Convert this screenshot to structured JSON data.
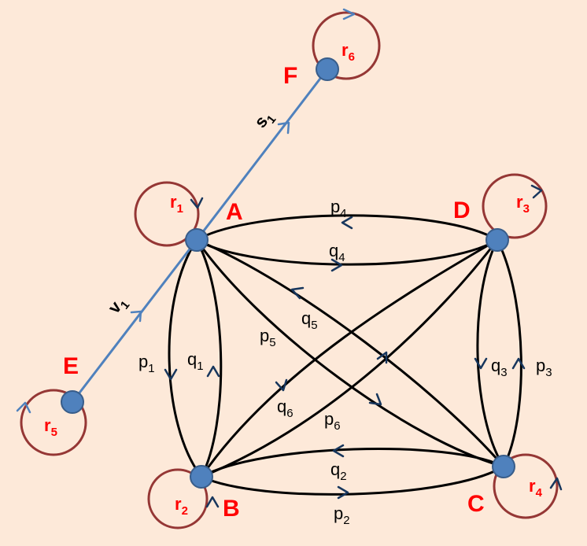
{
  "colors": {
    "background": "#fde9d9",
    "node_fill": "#4f81bd",
    "node_stroke": "#385d8a",
    "edge": "#000000",
    "arrow": "#17365d",
    "loop": "#953735",
    "blue_edge": "#4f81bd",
    "red_text": "#ff0000"
  },
  "nodes": {
    "A": {
      "label": "A"
    },
    "B": {
      "label": "B"
    },
    "C": {
      "label": "C"
    },
    "D": {
      "label": "D"
    },
    "E": {
      "label": "E"
    },
    "F": {
      "label": "F"
    }
  },
  "loops": {
    "r1": {
      "base": "r",
      "sub": "1"
    },
    "r2": {
      "base": "r",
      "sub": "2"
    },
    "r3": {
      "base": "r",
      "sub": "3"
    },
    "r4": {
      "base": "r",
      "sub": "4"
    },
    "r5": {
      "base": "r",
      "sub": "5"
    },
    "r6": {
      "base": "r",
      "sub": "6"
    }
  },
  "edges": {
    "p1": {
      "base": "p",
      "sub": "1"
    },
    "q1": {
      "base": "q",
      "sub": "1"
    },
    "p2": {
      "base": "p",
      "sub": "2"
    },
    "q2": {
      "base": "q",
      "sub": "2"
    },
    "p3": {
      "base": "p",
      "sub": "3"
    },
    "q3": {
      "base": "q",
      "sub": "3"
    },
    "p4": {
      "base": "p",
      "sub": "4"
    },
    "q4": {
      "base": "q",
      "sub": "4"
    },
    "p5": {
      "base": "p",
      "sub": "5"
    },
    "q5": {
      "base": "q",
      "sub": "5"
    },
    "p6": {
      "base": "p",
      "sub": "6"
    },
    "q6": {
      "base": "q",
      "sub": "6"
    },
    "v1": {
      "base": "v",
      "sub": "1"
    },
    "s1": {
      "base": "s",
      "sub": "1"
    }
  }
}
